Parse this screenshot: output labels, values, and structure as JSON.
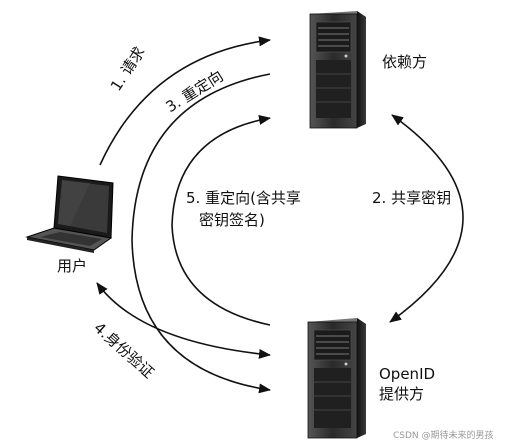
{
  "nodes": {
    "relying_party": "依赖方",
    "user": "用户",
    "openid_line1": "OpenID",
    "openid_line2": "提供方"
  },
  "edges": {
    "step1": "1. 请求",
    "step2": "2. 共享密钥",
    "step3": "3. 重定向",
    "step4": "4.身份验证",
    "step5_line1": "5. 重定向(含共享",
    "step5_line2": "密钥签名)"
  },
  "watermark": "CSDN @期待未来的男孩"
}
